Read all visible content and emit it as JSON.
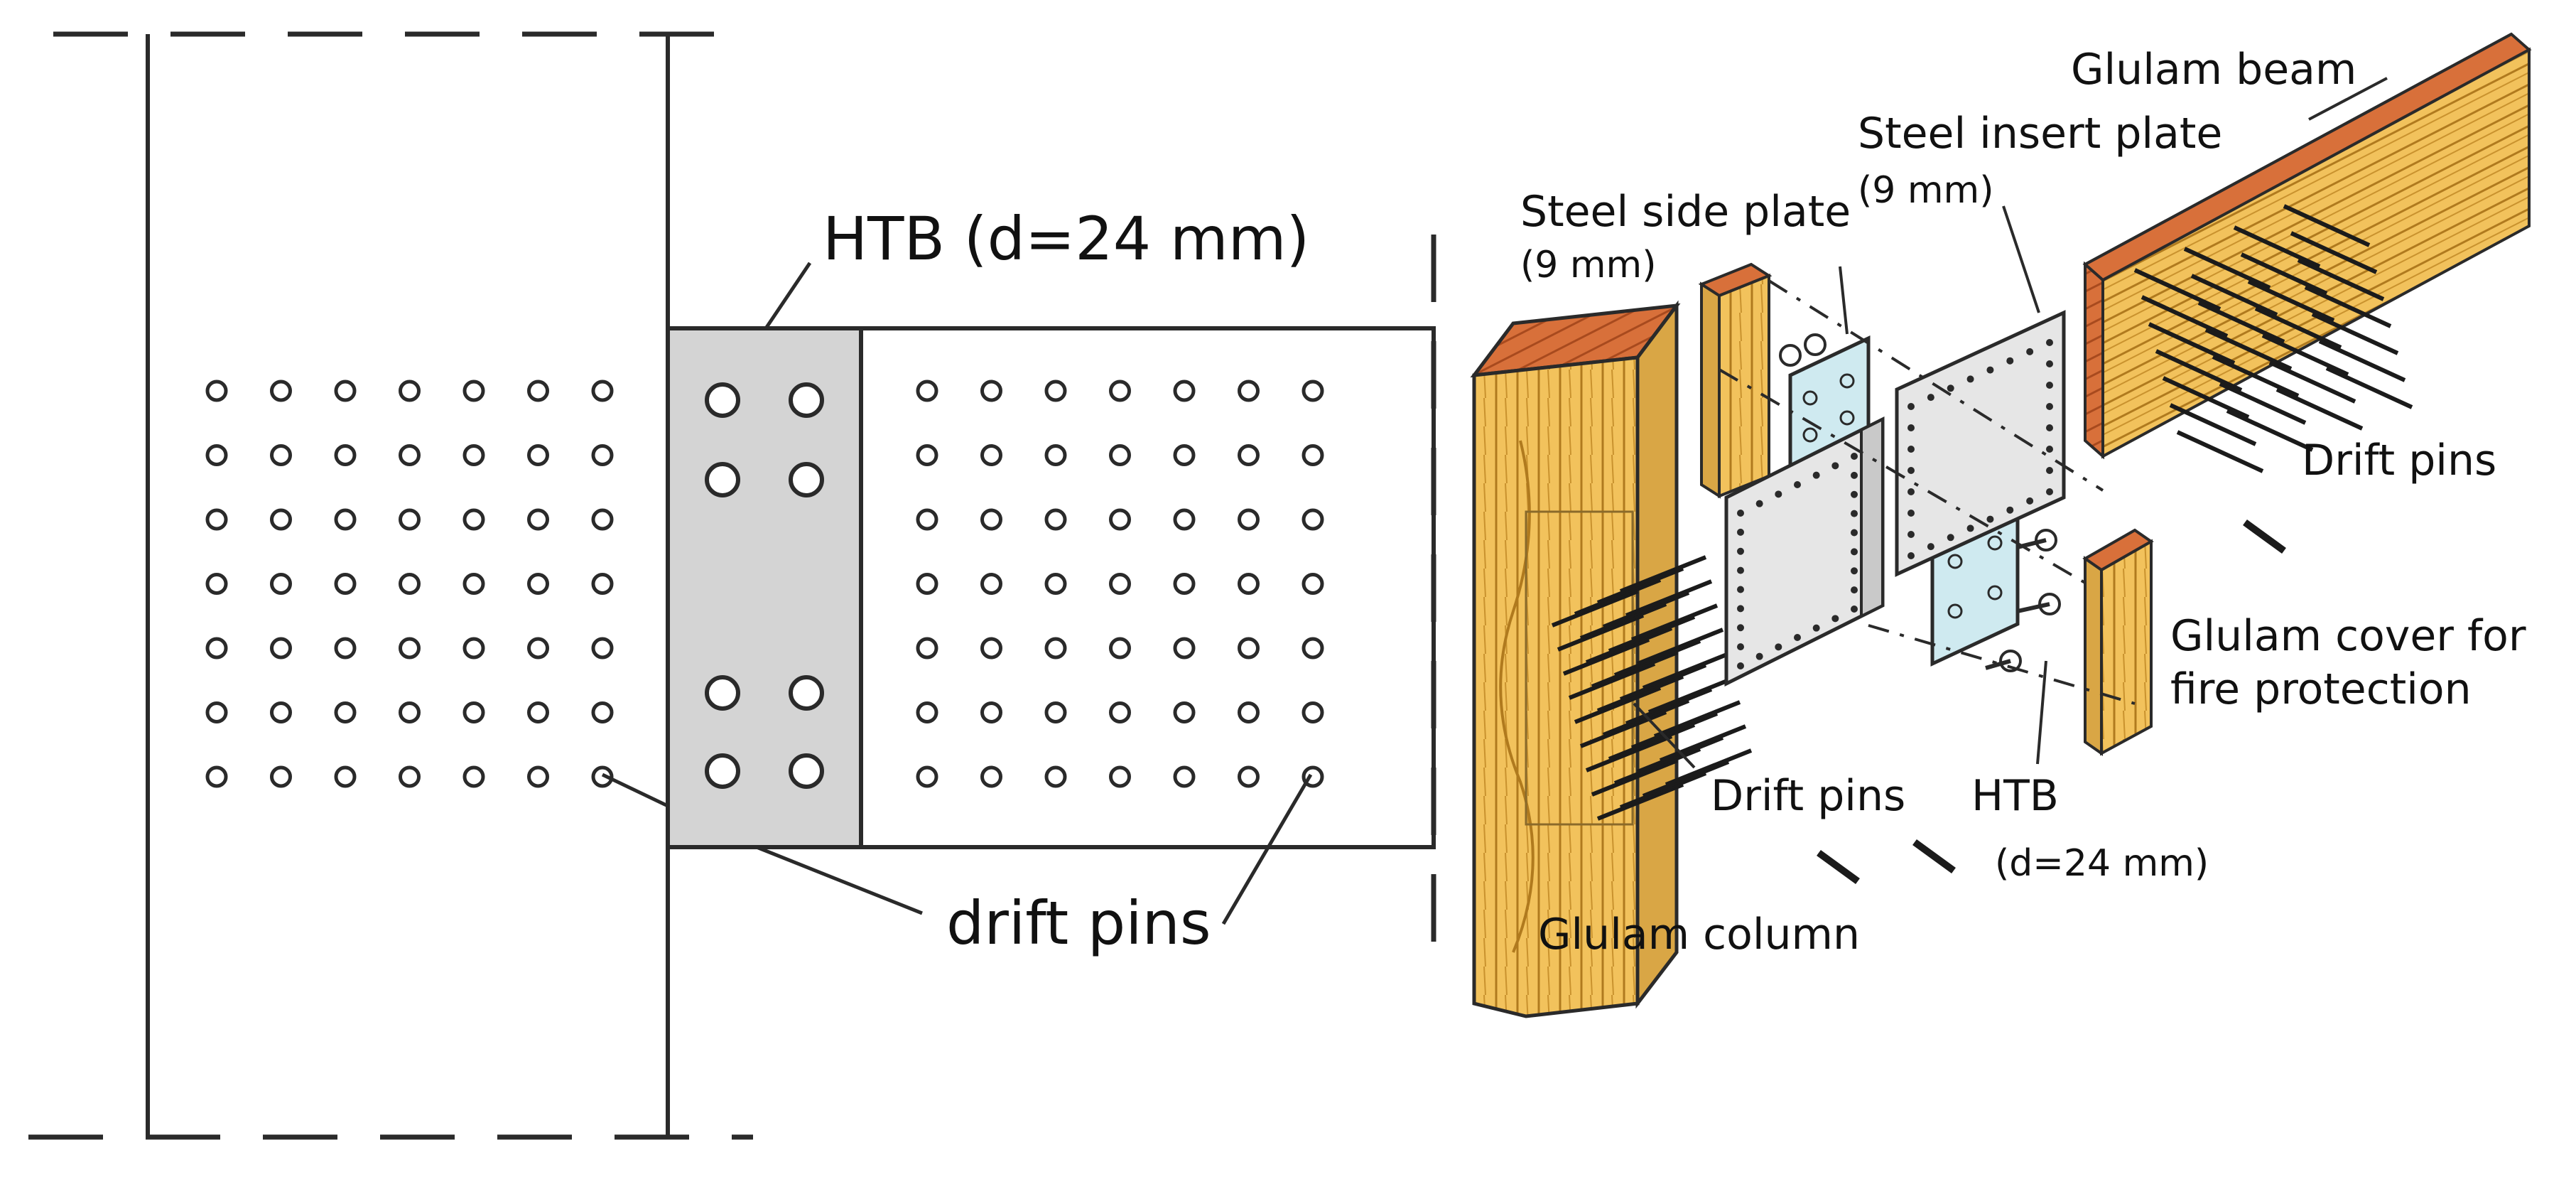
{
  "elevation": {
    "htb_label": "HTB (d=24 mm)",
    "drift_pins_label": "drift pins"
  },
  "isometric": {
    "glulam_beam": "Glulam beam",
    "steel_insert_plate": "Steel insert plate",
    "steel_insert_plate_thickness": "(9 mm)",
    "steel_side_plate": "Steel side plate",
    "steel_side_plate_thickness": "(9 mm)",
    "drift_pins_upper": "Drift pins",
    "glulam_cover_line1": "Glulam cover for",
    "glulam_cover_line2": "fire protection",
    "drift_pins_lower": "Drift pins",
    "htb": "HTB",
    "htb_diameter": "(d=24 mm)",
    "glulam_column": "Glulam column"
  },
  "colors": {
    "line": "#2a2a2a",
    "htb_plate": "#d4d4d4",
    "timber": "#f2c25c",
    "timber_grain": "#b07a1e",
    "timber_end": "#d8703a",
    "steel_plate": "#e6e6e6",
    "side_plate": "#cfeaf0",
    "pin": "#1b1b1b"
  }
}
